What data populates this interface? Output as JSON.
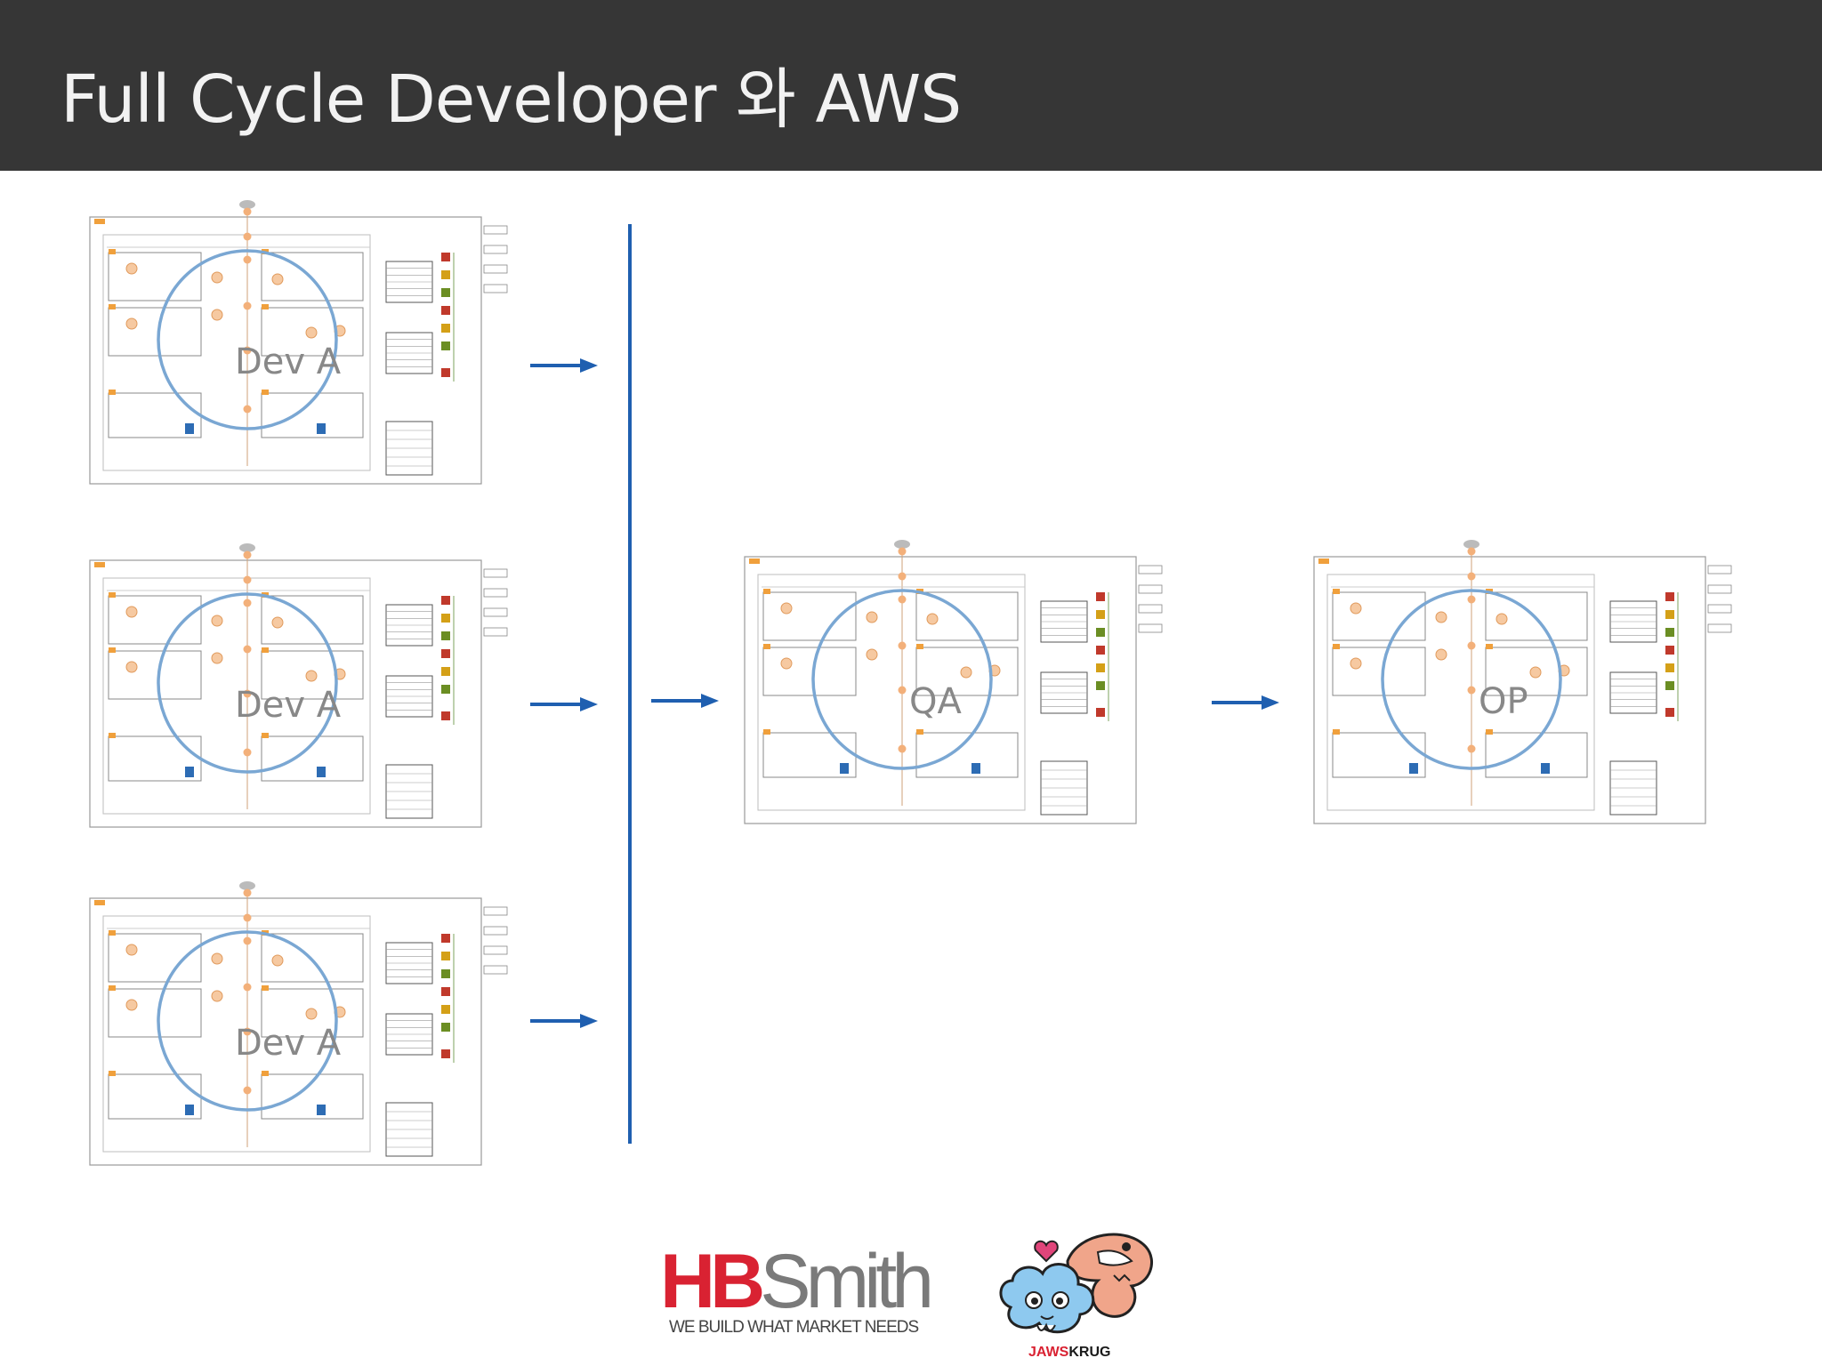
{
  "slide": {
    "title": "Full Cycle Developer 와 AWS"
  },
  "diagrams": {
    "dev1_label": "Dev A",
    "dev2_label": "Dev A",
    "dev3_label": "Dev A",
    "qa_label": "QA",
    "op_label": "OP"
  },
  "logos": {
    "hb_red": "HB",
    "hb_gray": "Smith",
    "hb_tagline": "WE BUILD WHAT MARKET NEEDS",
    "jaws_a": "JAWS",
    "jaws_b": "KRUG"
  },
  "colors": {
    "title_bar": "#363636",
    "arrow_blue": "#1f5fb0",
    "circle_blue": "#7aa7d3",
    "aws_orange": "#f0a03c",
    "hb_red": "#d92232"
  }
}
